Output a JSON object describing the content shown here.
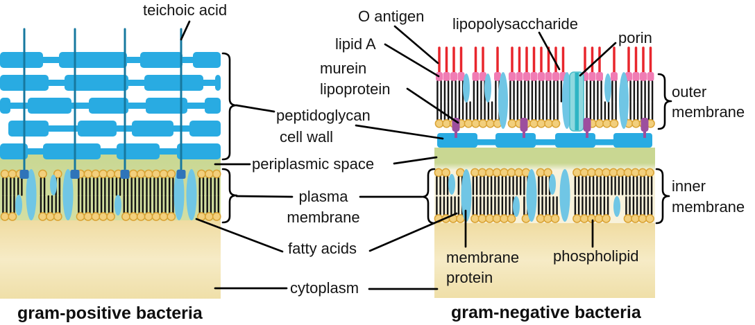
{
  "titles": {
    "left": "gram-positive bacteria",
    "right": "gram-negative bacteria"
  },
  "labels": {
    "teichoic_acid": "teichoic acid",
    "peptidoglycan_line1": "peptidoglycan",
    "peptidoglycan_line2": "cell wall",
    "periplasmic_space": "periplasmic space",
    "plasma_membrane_line1": "plasma",
    "plasma_membrane_line2": "membrane",
    "fatty_acids": "fatty acids",
    "cytoplasm": "cytoplasm",
    "o_antigen": "O antigen",
    "lipid_a": "lipid A",
    "murein_line1": "murein",
    "murein_line2": "lipoprotein",
    "lipopolysaccharide": "lipopolysaccharide",
    "porin": "porin",
    "outer_membrane_line1": "outer",
    "outer_membrane_line2": "membrane",
    "inner_membrane_line1": "inner",
    "inner_membrane_line2": "membrane",
    "membrane_protein_line1": "membrane",
    "membrane_protein_line2": "protein",
    "phospholipid": "phospholipid"
  },
  "colors": {
    "peptidoglycan_blue": "#29ABE2",
    "teichoic_line": "#16789F",
    "teichoic_anchor": "#2F74B9",
    "lipid_head_fill": "#F2CF7C",
    "lipid_head_stroke": "#D9A233",
    "tail_black": "#121212",
    "protein_ellipse": "#70C6E5",
    "o_antigen_red": "#E8262D",
    "lipid_a_pink": "#F07CB4",
    "murein_purple": "#9D4E9E",
    "porin_light": "#8FD9DF",
    "porin_dark": "#2EB5C4",
    "porin_edge": "#49BECB",
    "periplasm_green": "#C9D792",
    "periplasm_green_light": "#F2F1D9",
    "membrane_bg_cream": "#F8F2DB",
    "cytoplasm_top": "#F0DCA2",
    "cytoplasm_mid": "#F6EBC6",
    "cytoplasm_bottom": "#EFDFA8",
    "line_black": "#000000"
  }
}
